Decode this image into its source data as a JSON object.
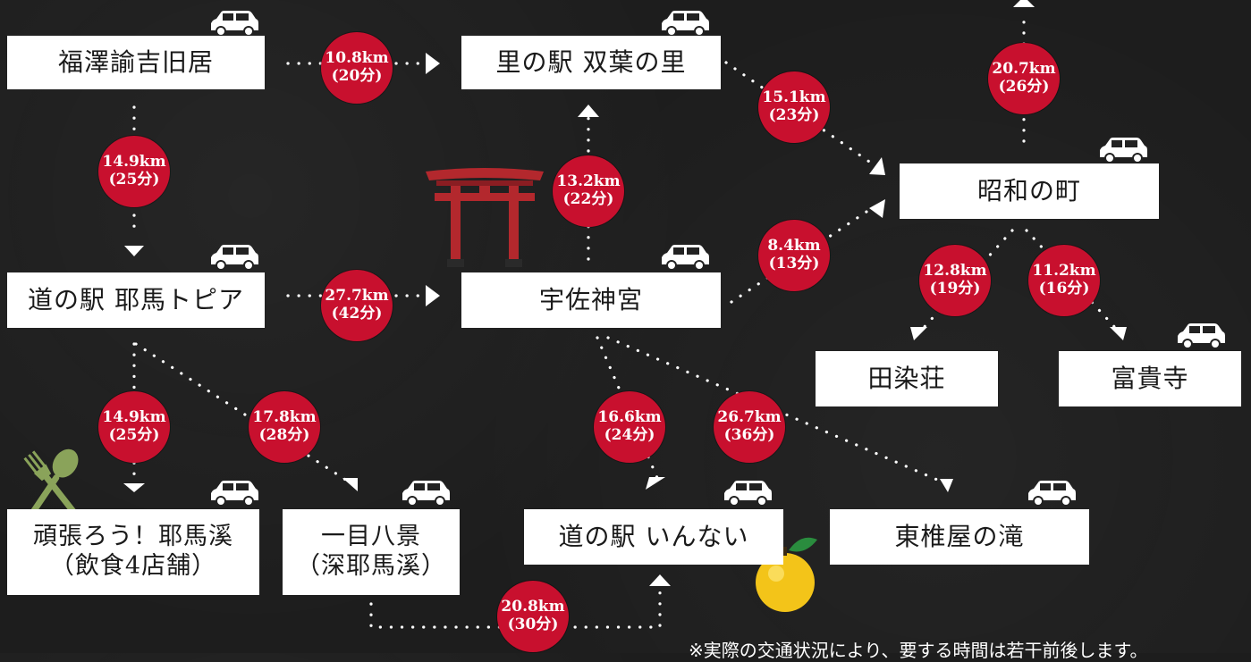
{
  "nodes": {
    "fukuzawa": "福澤諭吉旧居",
    "sato_futaba": "里の駅 双葉の里",
    "showa": "昭和の町",
    "michi_yaba": "道の駅 耶馬トピア",
    "usa": "宇佐神宮",
    "denzen": "田染荘",
    "fuki": "富貴寺",
    "ganbaro_l1": "頑張ろう！耶馬溪",
    "ganbaro_l2": "（飲食4店舗）",
    "hitome_l1": "一目八景",
    "hitome_l2": "（深耶馬溪）",
    "michi_innai": "道の駅 いんない",
    "higashi_shiiya": "東椎屋の滝"
  },
  "routes": [
    {
      "id": "r1",
      "distance": "10.8km",
      "time": "(20分)"
    },
    {
      "id": "r2",
      "distance": "14.9km",
      "time": "(25分)"
    },
    {
      "id": "r3",
      "distance": "13.2km",
      "time": "(22分)"
    },
    {
      "id": "r4",
      "distance": "15.1km",
      "time": "(23分)"
    },
    {
      "id": "r5",
      "distance": "20.7km",
      "time": "(26分)"
    },
    {
      "id": "r6",
      "distance": "27.7km",
      "time": "(42分)"
    },
    {
      "id": "r7",
      "distance": "8.4km",
      "time": "(13分)"
    },
    {
      "id": "r8",
      "distance": "12.8km",
      "time": "(19分)"
    },
    {
      "id": "r9",
      "distance": "11.2km",
      "time": "(16分)"
    },
    {
      "id": "r10",
      "distance": "14.9km",
      "time": "(25分)"
    },
    {
      "id": "r11",
      "distance": "17.8km",
      "time": "(28分)"
    },
    {
      "id": "r12",
      "distance": "16.6km",
      "time": "(24分)"
    },
    {
      "id": "r13",
      "distance": "26.7km",
      "time": "(36分)"
    },
    {
      "id": "r14",
      "distance": "20.8km",
      "time": "(30分)"
    }
  ],
  "note": "※実際の交通状況により、要する時間は若干前後します。",
  "colors": {
    "background": "#1d1d1d",
    "badge": "#c8102e",
    "box": "#ffffff",
    "torii": "#b3282d"
  },
  "icons": [
    "car-icon",
    "torii-gate-icon",
    "fork-spoon-icon",
    "yuzu-fruit-icon"
  ]
}
